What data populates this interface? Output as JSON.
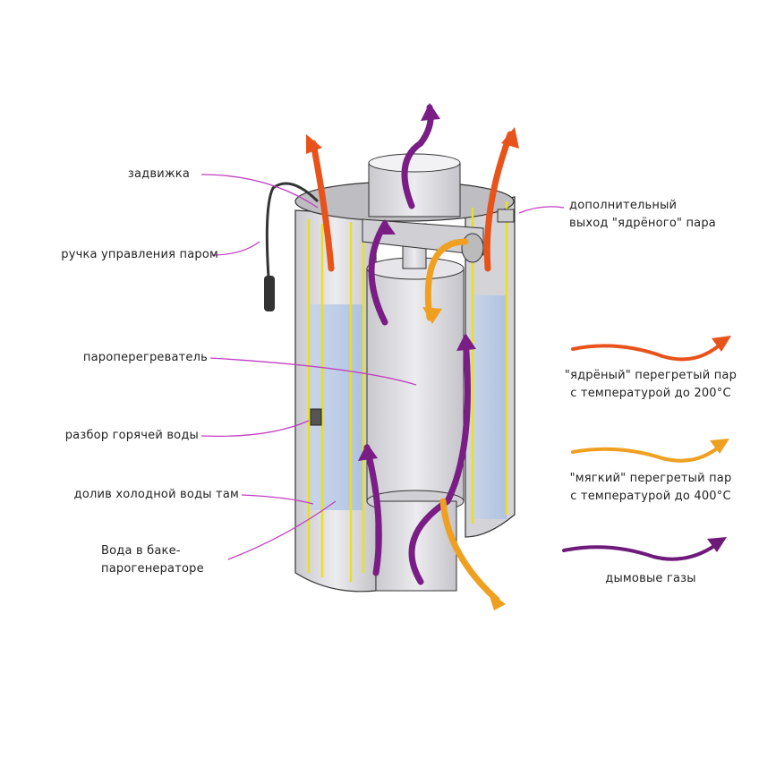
{
  "labels": {
    "valve": "задвижка",
    "steam_handle": "ручка управления паром",
    "superheater": "пароперегреватель",
    "hot_water_outlet": "разбор горячей воды",
    "cold_water_fill": "долив холодной воды там",
    "water_line1": "Вода в баке-",
    "water_line2": "парогенераторе",
    "extra_outlet_line1": "дополнительный",
    "extra_outlet_line2": "выход \"ядрёного\" пара"
  },
  "legend": [
    {
      "line1": "\"ядрёный\" перегретый пар",
      "line2": "с температурой до 200°C",
      "color": "#e8531c"
    },
    {
      "line1": "\"мягкий\" перегретый пар",
      "line2": "с температурой до 400°C",
      "color": "#f0a020"
    },
    {
      "line1": "дымовые газы",
      "line2": "",
      "color": "#6e1a7a"
    }
  ],
  "colors": {
    "pointer": "#c040c0",
    "outline": "#e8e020",
    "metal": "#d8d8dc",
    "water": "#b8cbe6"
  }
}
